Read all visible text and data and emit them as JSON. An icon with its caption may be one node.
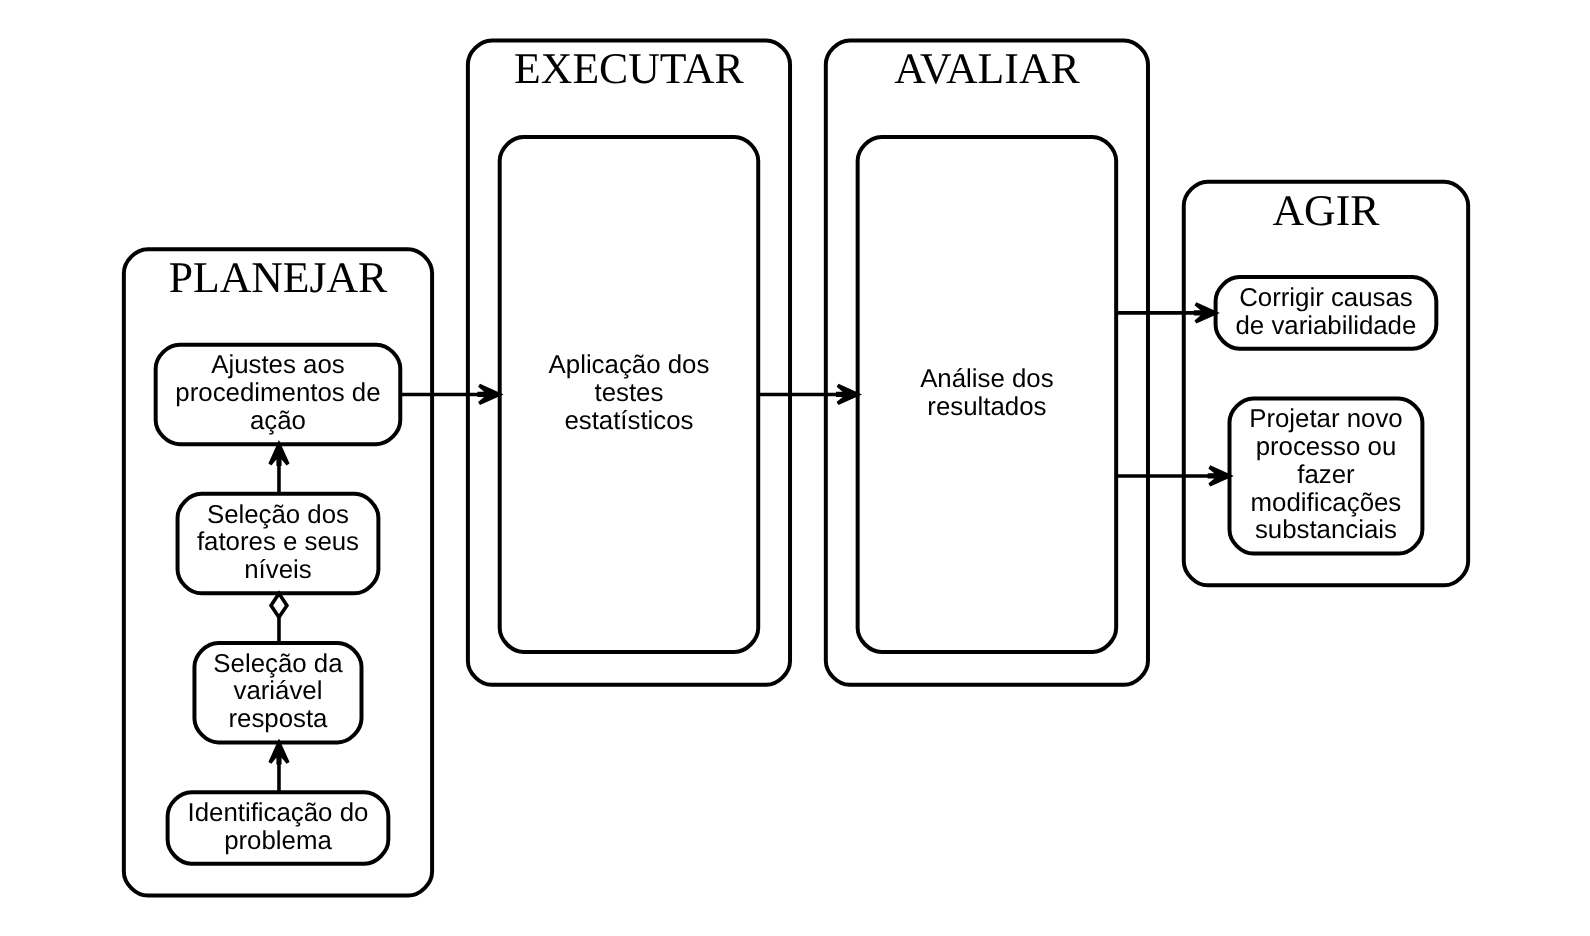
{
  "diagram": {
    "nodes": [
      {
        "text": [
          "PLANEJAR"
        ]
      },
      {
        "text": [
          "Identificação do problema"
        ],
        "in": 0
      },
      {
        "text": [
          "Seleção da variável resposta"
        ],
        "in": 0
      },
      {
        "text": [
          "Seleção dos fatores e seus níveis"
        ],
        "in": 0
      },
      {
        "text": [
          "Ajustes aos procedimentos de ação"
        ],
        "in": 0
      },
      {
        "text": [
          "EXECUTAR"
        ]
      },
      {
        "text": [
          "Aplicação dos testes estatísticos"
        ],
        "in": 5
      },
      {
        "text": [
          "AVALIAR"
        ]
      },
      {
        "text": [
          "Análise dos resultados"
        ],
        "in": 7
      },
      {
        "text": [
          "AGIR"
        ]
      },
      {
        "text": [
          "Corrigir causas de variabilidade"
        ],
        "in": 9
      },
      {
        "text": [
          "Projetar novo processo ou fazer modificações substanciais"
        ],
        "in": 9
      }
    ],
    "edges": [
      {
        "from": 1,
        "to": 2,
        "arrow": "to"
      },
      {
        "from": 2,
        "to": 3,
        "arrow": "other"
      },
      {
        "from": 3,
        "to": 4,
        "arrow": "to"
      },
      {
        "from": 4,
        "to": 6,
        "arrow": "to"
      },
      {
        "from": 6,
        "to": 8,
        "arrow": "to"
      },
      {
        "from": 8,
        "to": 10,
        "arrow": "to"
      },
      {
        "from": 8,
        "to": 11,
        "arrow": "to"
      }
    ]
  }
}
